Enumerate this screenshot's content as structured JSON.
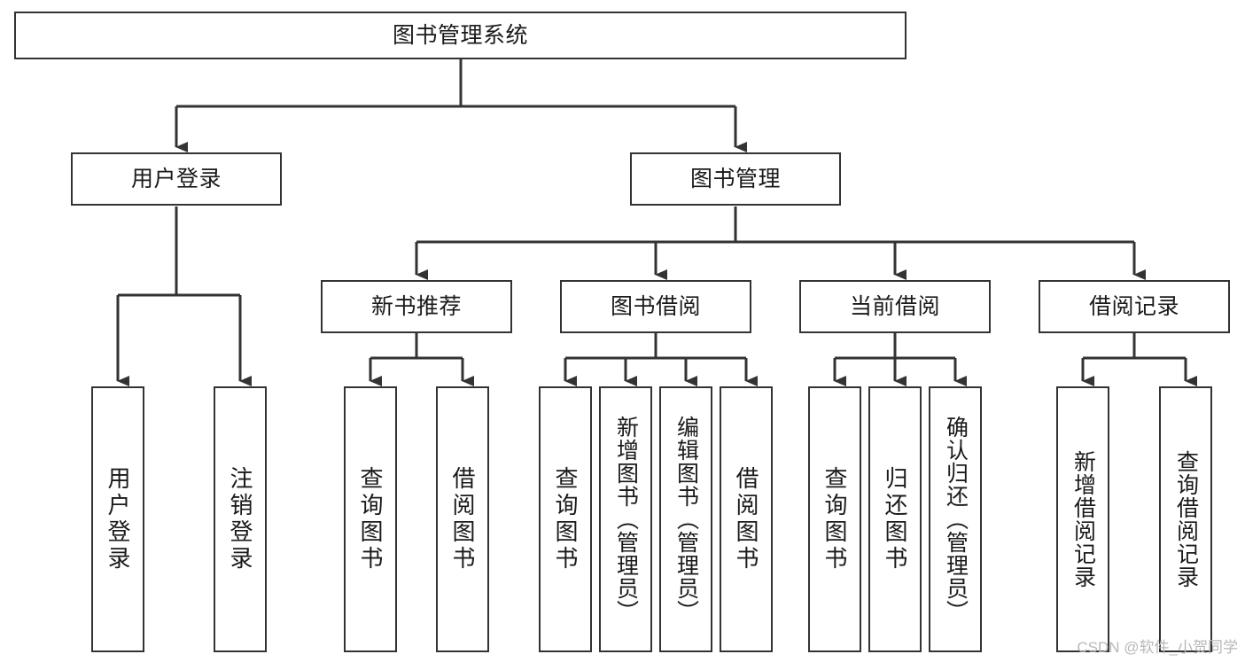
{
  "diagram": {
    "title": "图书管理系统",
    "type": "tree",
    "watermark": "CSDN @软件_小贺同学",
    "colors": {
      "box_border": "#333333",
      "box_fill": "#ffffff",
      "connector": "#333333",
      "text": "#1a1a1a",
      "watermark": "#b8b8b8"
    },
    "levels": {
      "root": {
        "label": "图书管理系统"
      },
      "level2": [
        {
          "label": "用户登录"
        },
        {
          "label": "图书管理"
        }
      ],
      "level3": [
        {
          "label": "新书推荐"
        },
        {
          "label": "图书借阅"
        },
        {
          "label": "当前借阅"
        },
        {
          "label": "借阅记录"
        }
      ],
      "leaves": [
        {
          "label": "用户登录",
          "parent": "用户登录"
        },
        {
          "label": "注销登录",
          "parent": "用户登录"
        },
        {
          "label": "查询图书",
          "parent": "新书推荐"
        },
        {
          "label": "借阅图书",
          "parent": "新书推荐"
        },
        {
          "label": "查询图书",
          "parent": "图书借阅"
        },
        {
          "label": "新增图书（管理员）",
          "parent": "图书借阅"
        },
        {
          "label": "编辑图书（管理员）",
          "parent": "图书借阅"
        },
        {
          "label": "借阅图书",
          "parent": "图书借阅"
        },
        {
          "label": "查询图书",
          "parent": "当前借阅"
        },
        {
          "label": "归还图书",
          "parent": "当前借阅"
        },
        {
          "label": "确认归还（管理员）",
          "parent": "当前借阅"
        },
        {
          "label": "新增借阅记录",
          "parent": "借阅记录"
        },
        {
          "label": "查询借阅记录",
          "parent": "借阅记录"
        }
      ]
    }
  }
}
